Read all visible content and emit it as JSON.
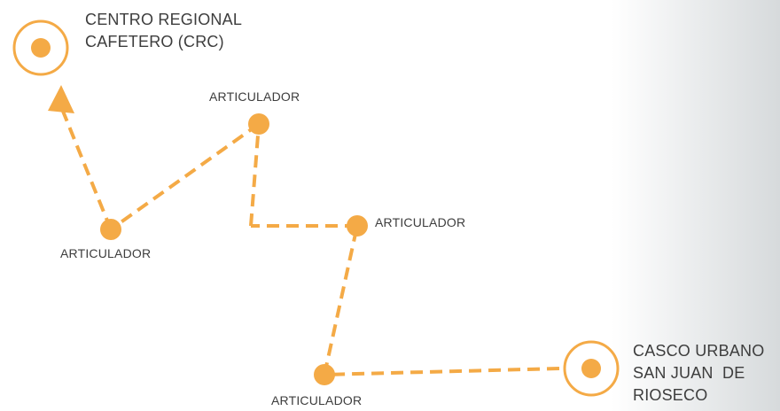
{
  "diagram": {
    "accent_color": "#f4aa46",
    "text_color": "#3d3d3d",
    "origin": {
      "line1": "CENTRO REGIONAL",
      "line2": "CAFETERO (CRC)"
    },
    "destination": {
      "line1": "CASCO URBANO",
      "line2": "SAN JUAN  DE",
      "line3": "RIOSECO"
    },
    "articuladores": [
      {
        "label": "ARTICULADOR"
      },
      {
        "label": "ARTICULADOR"
      },
      {
        "label": "ARTICULADOR"
      },
      {
        "label": "ARTICULADOR"
      }
    ]
  }
}
